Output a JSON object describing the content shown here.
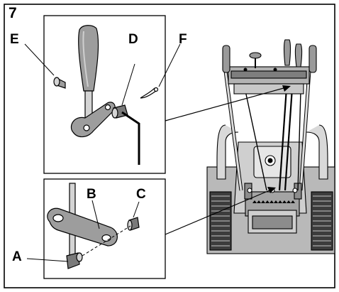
{
  "figure": {
    "number": "7"
  },
  "callouts": {
    "a": "A",
    "b": "B",
    "c": "C",
    "d": "D",
    "e": "E",
    "f": "F"
  }
}
